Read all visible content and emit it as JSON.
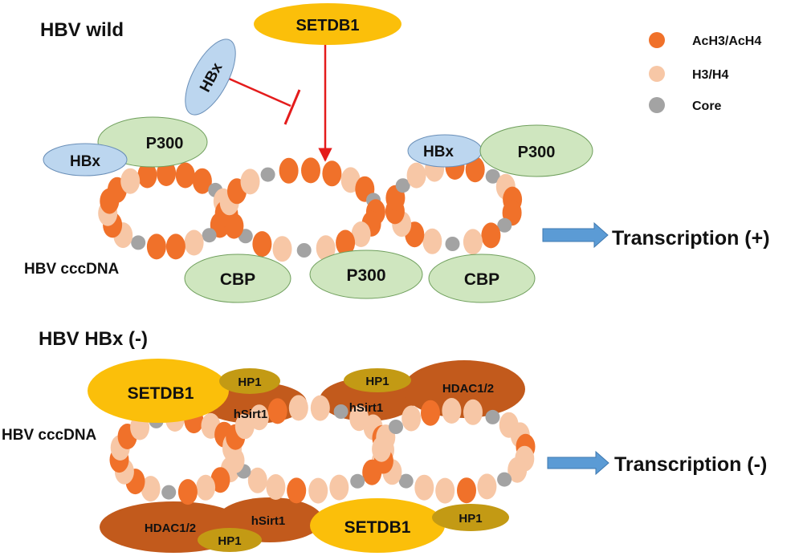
{
  "top": {
    "title": "HBV wild",
    "dna_label": "HBV cccDNA",
    "transcription": "Transcription (+)",
    "setdb1": "SETDB1",
    "hbx_tilted": "HBx",
    "hbx_left": "HBx",
    "p300_left": "P300",
    "hbx_right": "HBx",
    "p300_right": "P300",
    "cbp_left": "CBP",
    "p300_bottom": "P300",
    "cbp_right": "CBP"
  },
  "legend": [
    {
      "label": "AcH3/AcH4",
      "color": "#f0712a"
    },
    {
      "label": "H3/H4",
      "color": "#f7c7a6"
    },
    {
      "label": "Core",
      "color": "#a3a3a3"
    }
  ],
  "bottom": {
    "title": "HBV HBx (-)",
    "dna_label": "HBV cccDNA",
    "transcription": "Transcription (-)",
    "setdb1_top": "SETDB1",
    "hp1_top_left": "HP1",
    "hsirt1_top_left": "hSirt1",
    "hp1_top_right": "HP1",
    "hsirt1_top_right": "hSirt1",
    "hdac_top_right": "HDAC1/2",
    "hdac_bottom_left": "HDAC1/2",
    "hsirt1_bottom": "hSirt1",
    "hp1_bottom_left": "HP1",
    "setdb1_bottom": "SETDB1",
    "hp1_bottom_right": "HP1"
  },
  "colors": {
    "acetylated": "#f0712a",
    "unacetylated": "#f7c7a6",
    "core": "#a3a3a3",
    "green_protein": "#cfe6bf",
    "hbx": "#bcd6ef",
    "setdb1": "#fbbf0a",
    "hdac": "#c25a1c",
    "hp1": "#c39a14",
    "arrow": "#5b9bd5",
    "inhibit": "#e41c1c"
  }
}
